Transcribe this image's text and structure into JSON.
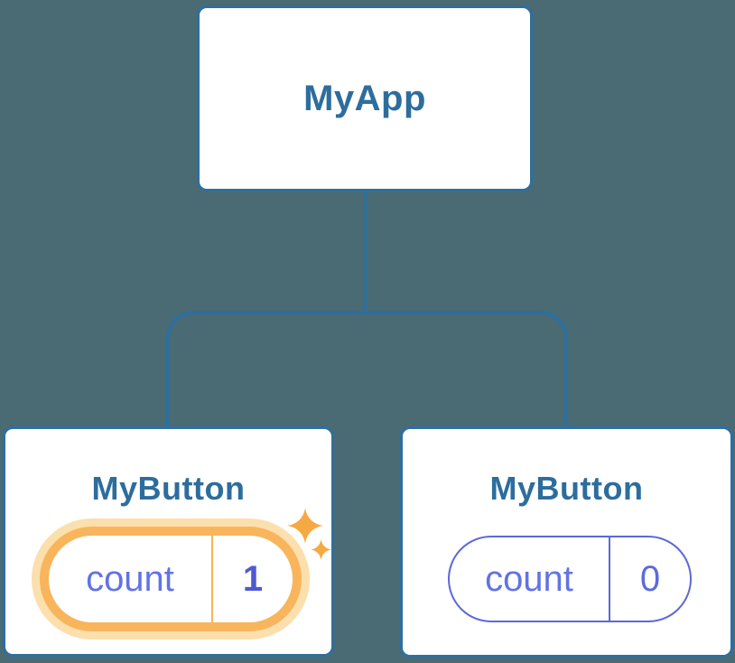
{
  "diagram": {
    "type": "component-tree",
    "root": {
      "label": "MyApp"
    },
    "children": [
      {
        "label": "MyButton",
        "state": {
          "name": "count",
          "value": "1"
        },
        "highlighted": true,
        "icons": [
          "sparkle-icon",
          "sparkle-icon"
        ]
      },
      {
        "label": "MyButton",
        "state": {
          "name": "count",
          "value": "0"
        },
        "highlighted": false
      }
    ]
  },
  "colors": {
    "background": "#4a6a74",
    "card_background": "#ffffff",
    "card_border": "#2e6f9e",
    "title_text": "#2d6d9d",
    "connector": "#2d6f9f",
    "state_text": "#6273e4",
    "state_value_highlighted": "#4f5ad0",
    "state_value_normal": "#5c6ade",
    "state_pill_border": "#5d68d8",
    "highlight_ring": "#f8b55c",
    "highlight_halo": "#fbdfad",
    "highlight_divider": "#f7b55b",
    "sparkle": "#f5a942"
  }
}
